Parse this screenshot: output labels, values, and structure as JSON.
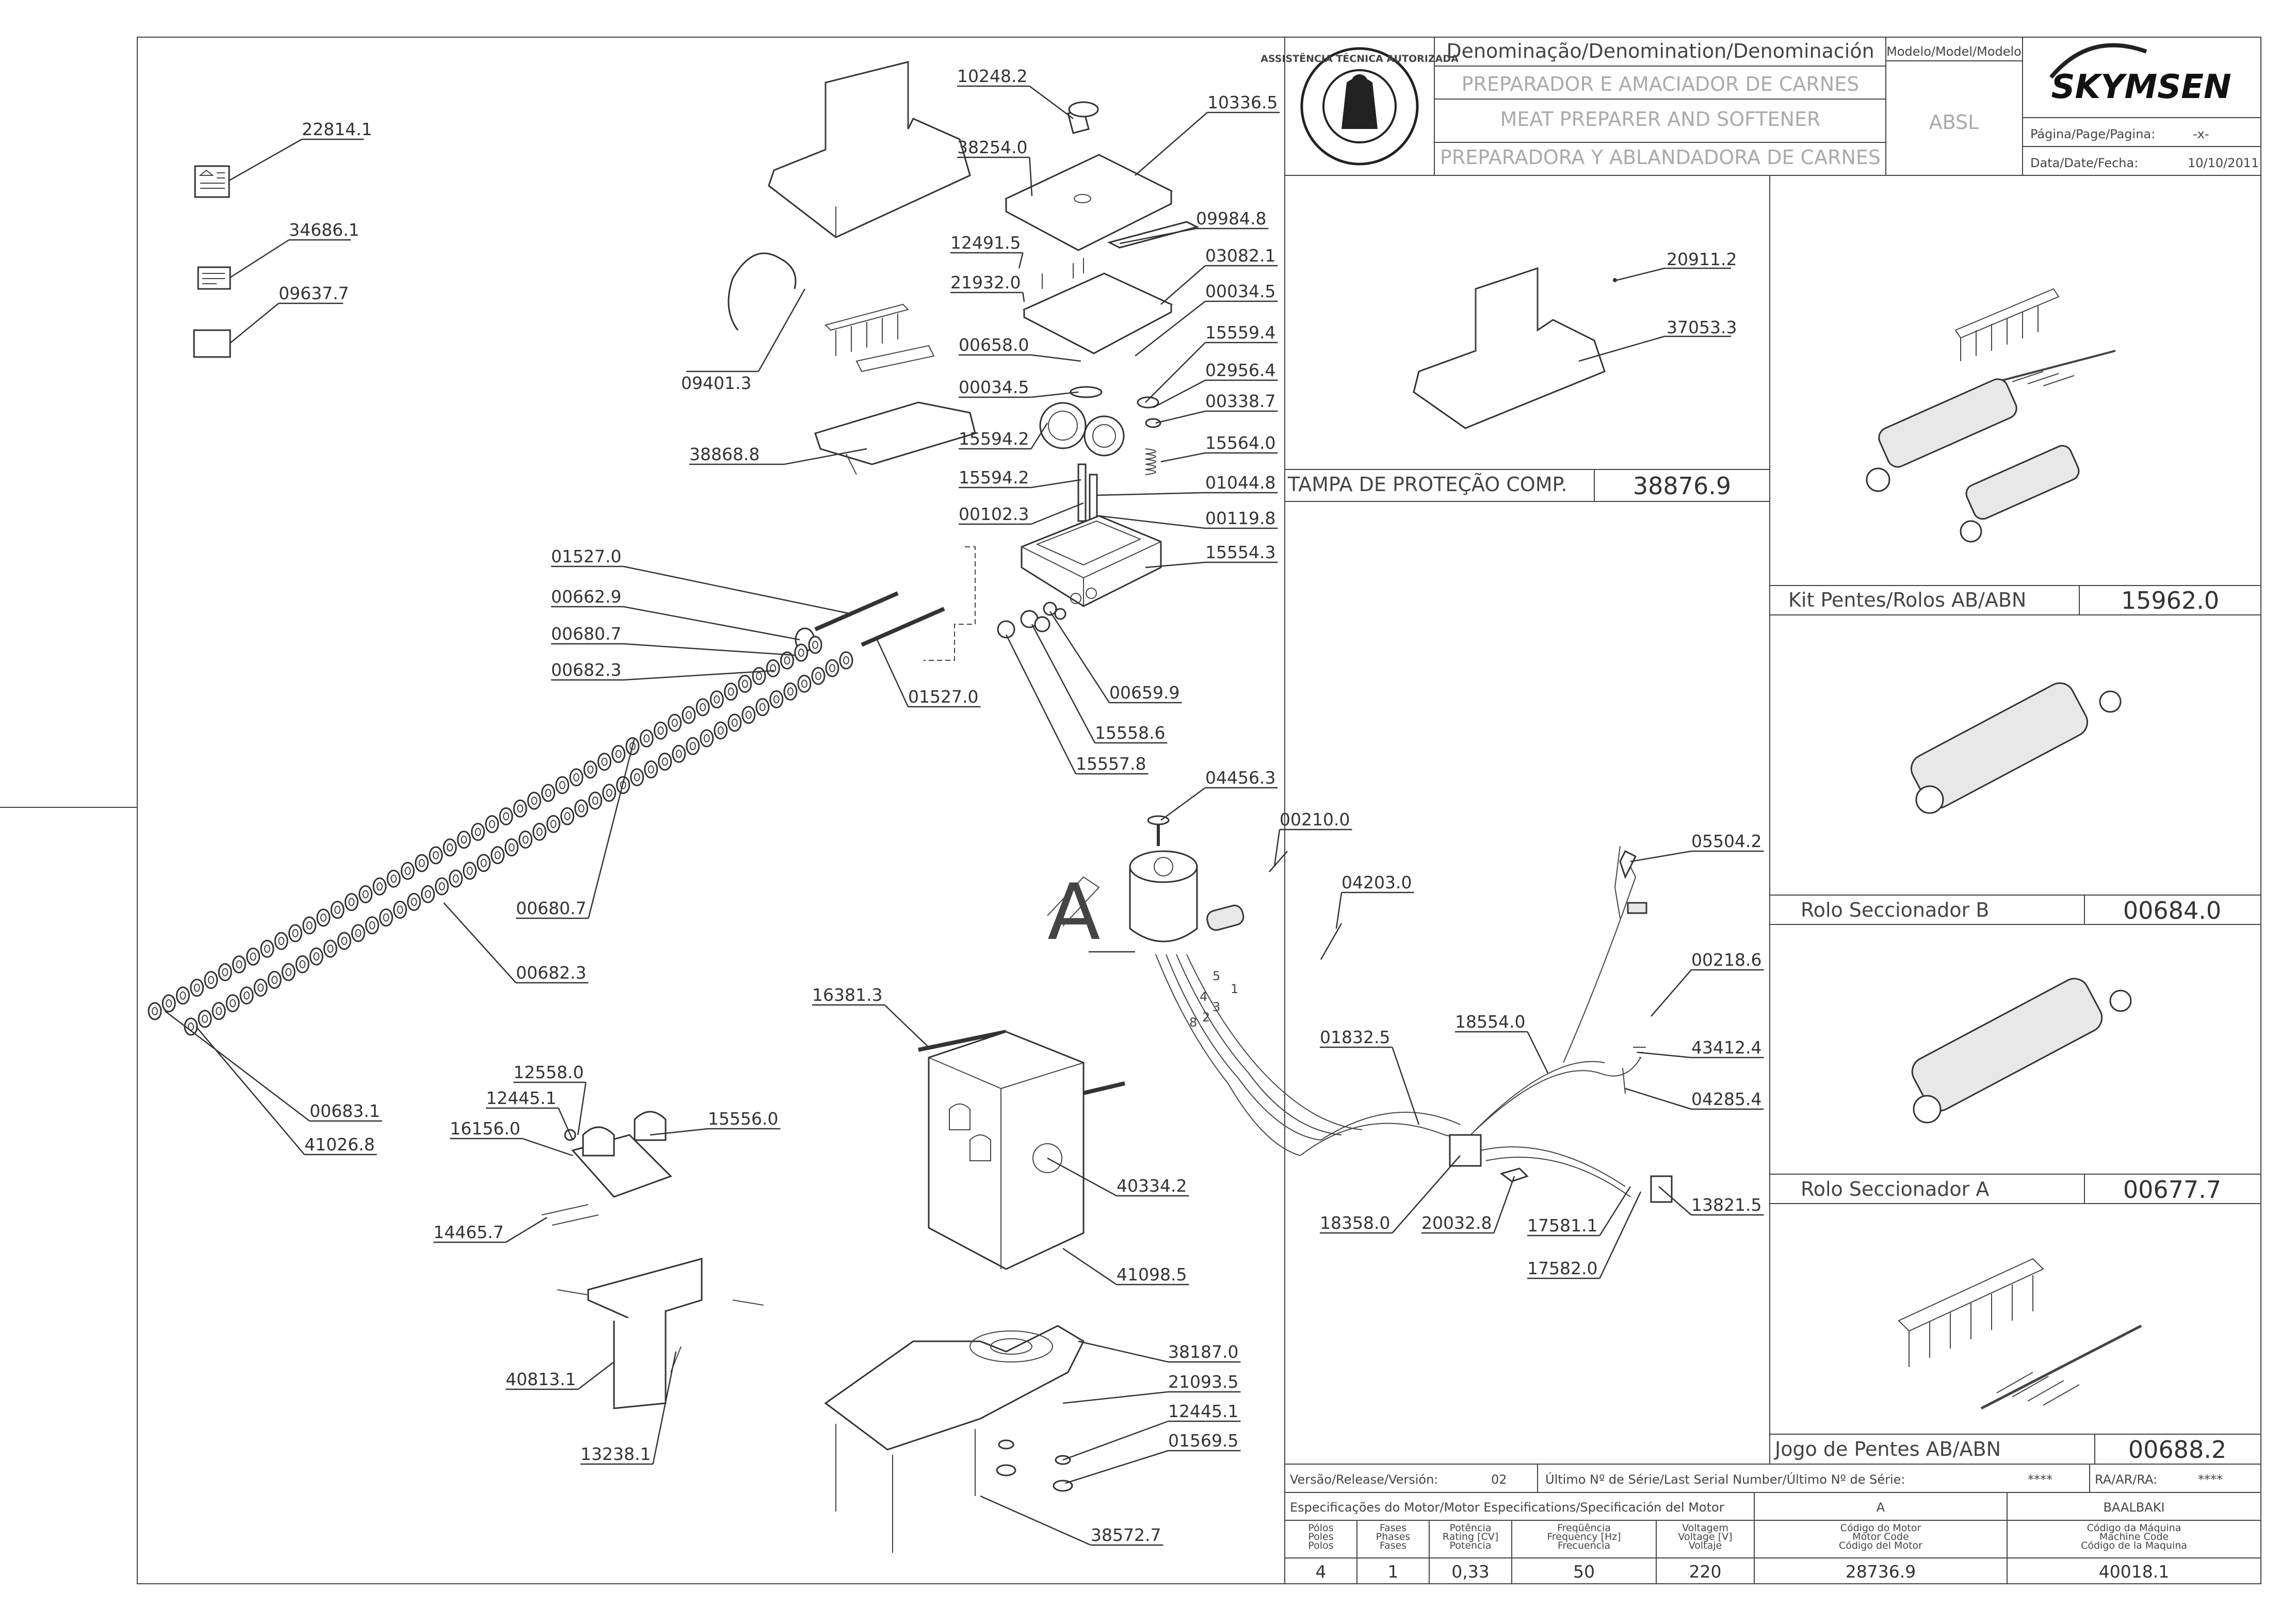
{
  "title_block": {
    "denomination_header": "Denominação/Denomination/Denominación",
    "denomination_pt": "PREPARADOR E AMACIADOR DE CARNES",
    "denomination_en": "MEAT PREPARER AND SOFTENER",
    "denomination_es": "PREPARADORA Y ABLANDADORA DE CARNES",
    "model_header": "Modelo/Model/Modelo",
    "model_value": "ABSL",
    "brand": "SKYMSEN",
    "page_label": "Página/Page/Pagina:",
    "page_value": "-x-",
    "date_label": "Data/Date/Fecha:",
    "date_value": "10/10/2011",
    "seal_text": "ASSISTÊNCIA TÉCNICA AUTORIZADA"
  },
  "side_panels": {
    "tampa": {
      "label": "TAMPA DE PROTEÇÃO COMP.",
      "code": "38876.9",
      "parts": [
        "20911.2",
        "37053.3"
      ]
    },
    "kit": {
      "label": "Kit Pentes/Rolos AB/ABN",
      "code": "15962.0"
    },
    "rolo_b": {
      "label": "Rolo Seccionador B",
      "code": "00684.0"
    },
    "rolo_a": {
      "label": "Rolo Seccionador A",
      "code": "00677.7"
    },
    "jogo": {
      "label": "Jogo de Pentes AB/ABN",
      "code": "00688.2"
    }
  },
  "footer": {
    "version_label": "Versão/Release/Versión:",
    "version_value": "02",
    "serial_label": "Último Nº de Série/Last Serial Number/Último Nº de Série:",
    "serial_value": "****",
    "ra_label": "RA/AR/RA:",
    "ra_value": "****",
    "motor_spec_label": "Especificações do Motor/Motor Especifications/Specificación del Motor",
    "motor_variant": "A",
    "machine_variant": "BAALBAKI",
    "columns": [
      "Pólos\nPoles\nPolos",
      "Fases\nPhases\nFases",
      "Potência\nRating [CV]\nPotencia",
      "Freqüência\nFrequency [Hz]\nFrecuencia",
      "Voltagem\nVoltage [V]\nVoltaje",
      "Código do Motor\nMotor Code\nCódigo del Motor",
      "Código da Máquina\nMachine Code\nCódigo de la Maquina"
    ],
    "values": [
      "4",
      "1",
      "0,33",
      "50",
      "220",
      "28736.9",
      "40018.1"
    ]
  },
  "callouts": {
    "c22814": "22814.1",
    "c34686": "34686.1",
    "c09637": "09637.7",
    "c09401": "09401.3",
    "c38868": "38868.8",
    "c10248": "10248.2",
    "c10336": "10336.5",
    "c38254": "38254.0",
    "c09984": "09984.8",
    "c12491": "12491.5",
    "c21932": "21932.0",
    "c03082": "03082.1",
    "c00034a": "00034.5",
    "c15559": "15559.4",
    "c00658": "00658.0",
    "c00034b": "00034.5",
    "c02956": "02956.4",
    "c00338": "00338.7",
    "c15594a": "15594.2",
    "c15564": "15564.0",
    "c15594b": "15594.2",
    "c01044": "01044.8",
    "c00102": "00102.3",
    "c00119": "00119.8",
    "c15554": "15554.3",
    "c01527a": "01527.0",
    "c00662": "00662.9",
    "c00680a": "00680.7",
    "c00682a": "00682.3",
    "c01527b": "01527.0",
    "c00659": "00659.9",
    "c15558": "15558.6",
    "c15557": "15557.8",
    "c00680b": "00680.7",
    "c00682b": "00682.3",
    "c00683": "00683.1",
    "c41026": "41026.8",
    "c04456": "04456.3",
    "c00210": "00210.0",
    "c04203": "04203.0",
    "c05504": "05504.2",
    "c00218": "00218.6",
    "c18554": "18554.0",
    "c01832": "01832.5",
    "c43412": "43412.4",
    "c04285": "04285.4",
    "c13821": "13821.5",
    "c18358": "18358.0",
    "c20032": "20032.8",
    "c17581": "17581.1",
    "c17582": "17582.0",
    "motor_ref": "A",
    "wire_1": "1",
    "wire_2": "2",
    "wire_3": "3",
    "wire_4": "4",
    "wire_5": "5",
    "wire_8": "8",
    "c16381": "16381.3",
    "c40334": "40334.2",
    "c41098": "41098.5",
    "c12558": "12558.0",
    "c12445a": "12445.1",
    "c16156": "16156.0",
    "c15556": "15556.0",
    "c14465": "14465.7",
    "c40813": "40813.1",
    "c13238": "13238.1",
    "c38187": "38187.0",
    "c21093": "21093.5",
    "c12445b": "12445.1",
    "c01569": "01569.5",
    "c38572": "38572.7"
  }
}
